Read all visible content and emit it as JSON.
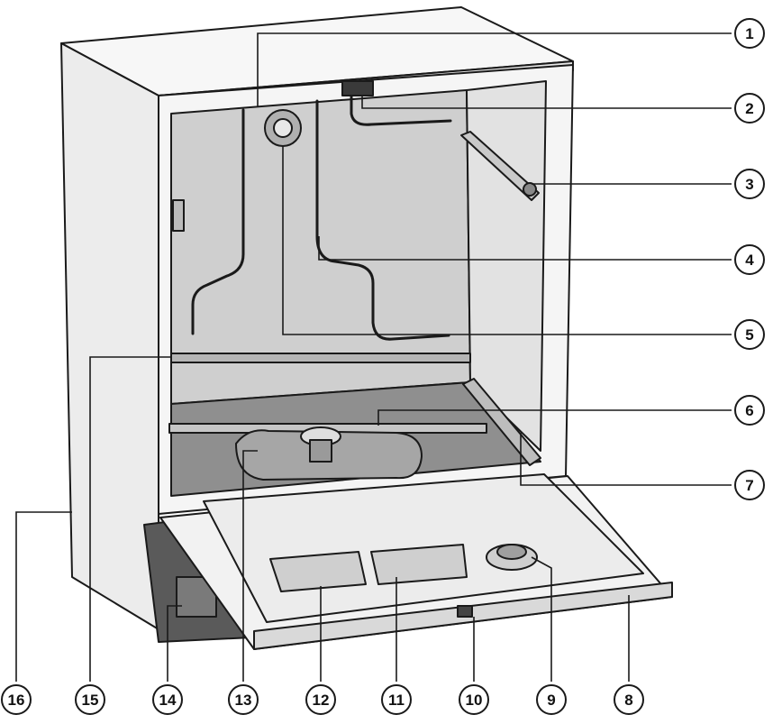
{
  "colors": {
    "background": "#ffffff",
    "line": "#1a1a1a",
    "cabinet": "#f2f2f2",
    "cabinet_shadow": "#dcdcdc",
    "tub_back": "#cfcfcf",
    "tub_floor": "#8f8f8f",
    "door_inner": "#ececec",
    "base_dark": "#5a5a5a"
  },
  "callouts": [
    {
      "id": "1",
      "label": "1"
    },
    {
      "id": "2",
      "label": "2"
    },
    {
      "id": "3",
      "label": "3"
    },
    {
      "id": "4",
      "label": "4"
    },
    {
      "id": "5",
      "label": "5"
    },
    {
      "id": "6",
      "label": "6"
    },
    {
      "id": "7",
      "label": "7"
    },
    {
      "id": "8",
      "label": "8"
    },
    {
      "id": "9",
      "label": "9"
    },
    {
      "id": "10",
      "label": "10"
    },
    {
      "id": "11",
      "label": "11"
    },
    {
      "id": "12",
      "label": "12"
    },
    {
      "id": "13",
      "label": "13"
    },
    {
      "id": "14",
      "label": "14"
    },
    {
      "id": "15",
      "label": "15"
    },
    {
      "id": "16",
      "label": "16"
    }
  ]
}
